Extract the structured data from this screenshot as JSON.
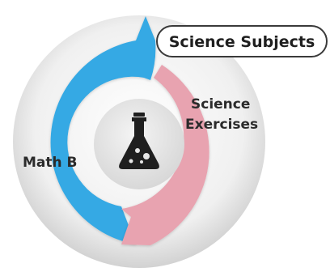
{
  "diagram": {
    "title_pill": "Science Subjects",
    "right_segment_label_line1": "Science",
    "right_segment_label_line2": "Exercises",
    "left_segment_label": "Math B",
    "center_icon": "flask-icon"
  },
  "colors": {
    "left_segment": "#35a9e4",
    "right_segment": "#e8a3b0",
    "outer_ring": "#dcdcdc",
    "center_circle": "#e6e6e6",
    "icon": "#1f1f1f",
    "label_text": "#2b2b2b",
    "pill_border": "#3a3a3a"
  }
}
